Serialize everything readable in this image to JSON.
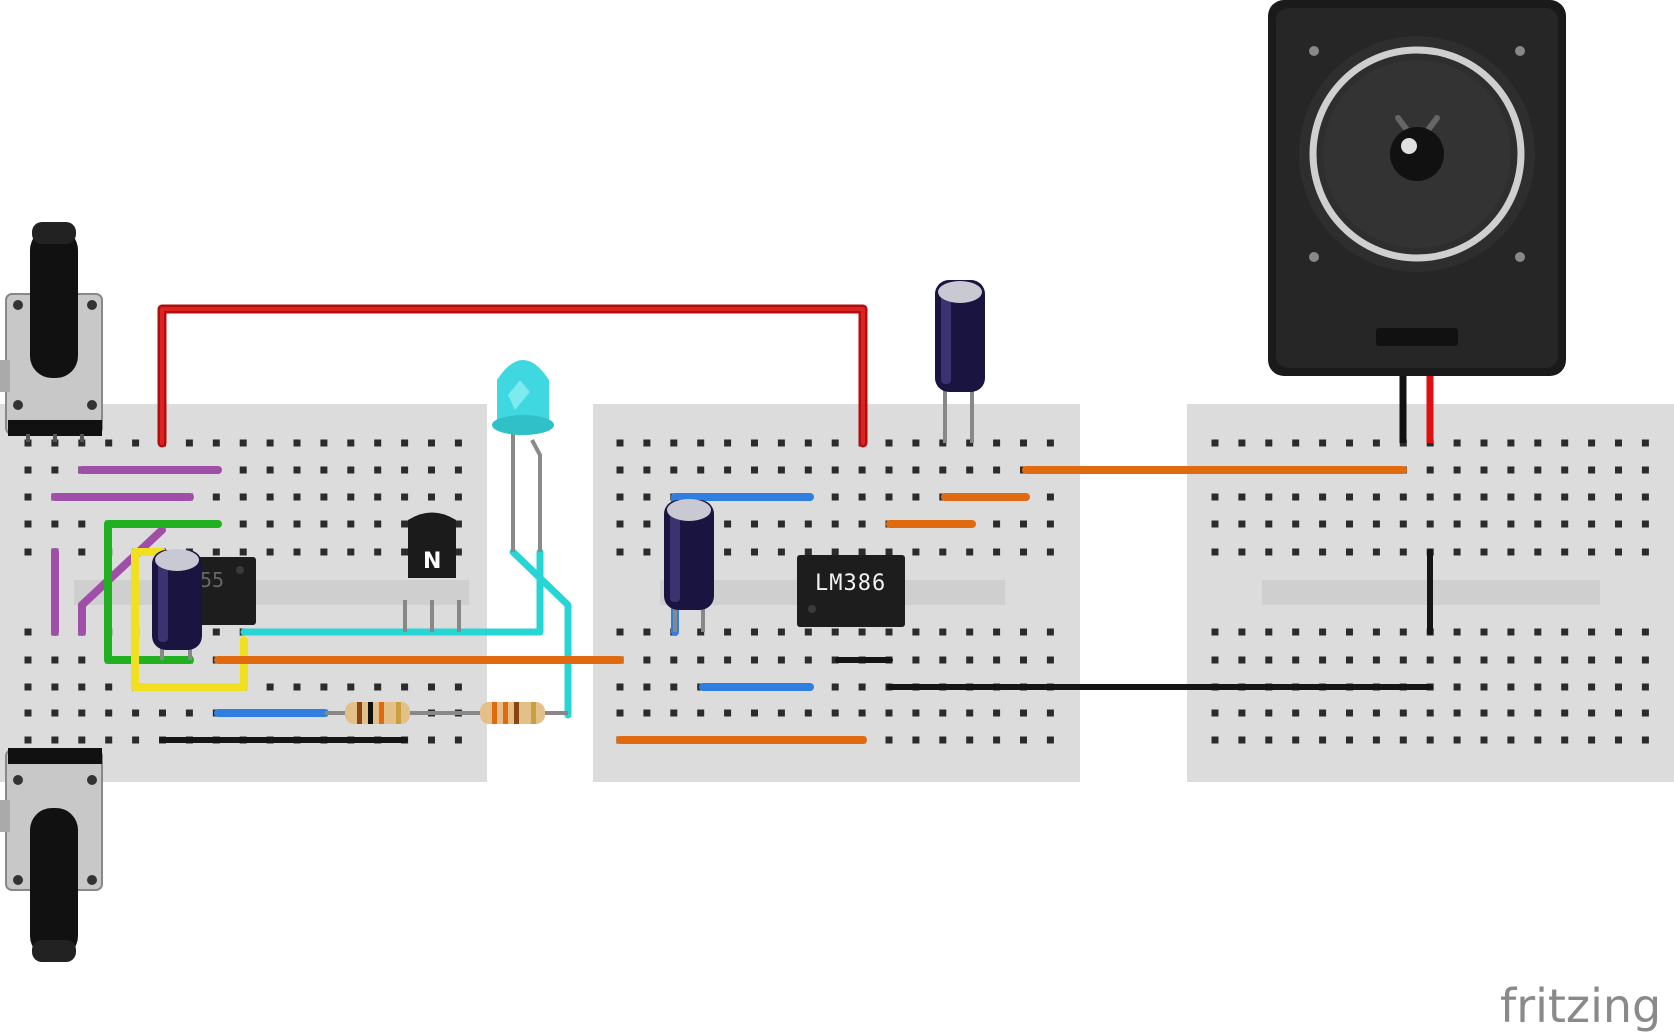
{
  "diagram": {
    "ic_amplifier_label": "LM386",
    "ic_timer_label": "55",
    "transistor_label": "N",
    "watermark": "fritzing",
    "colors": {
      "board": "#dcdcdc",
      "hole": "#2b2b2b",
      "hole_active": "#33c033",
      "wire_red": "#cc1111",
      "wire_orange": "#e06a10",
      "wire_blue": "#2f7fe0",
      "wire_cyan": "#28d5d5",
      "wire_green": "#20b020",
      "wire_yellow": "#f0e020",
      "wire_purple": "#a04fa8",
      "wire_black": "#151515",
      "led": "#3fd8e0",
      "capacitor": "#1a1440"
    },
    "components": [
      {
        "name": "breadboard",
        "count": 3
      },
      {
        "name": "potentiometer",
        "count": 2
      },
      {
        "name": "timer-ic",
        "count": 1
      },
      {
        "name": "LM386-amplifier-ic",
        "count": 1
      },
      {
        "name": "npn-transistor",
        "count": 1
      },
      {
        "name": "led",
        "count": 1
      },
      {
        "name": "resistor",
        "count": 2
      },
      {
        "name": "electrolytic-capacitor",
        "count": 3
      },
      {
        "name": "speaker",
        "count": 1
      }
    ]
  }
}
